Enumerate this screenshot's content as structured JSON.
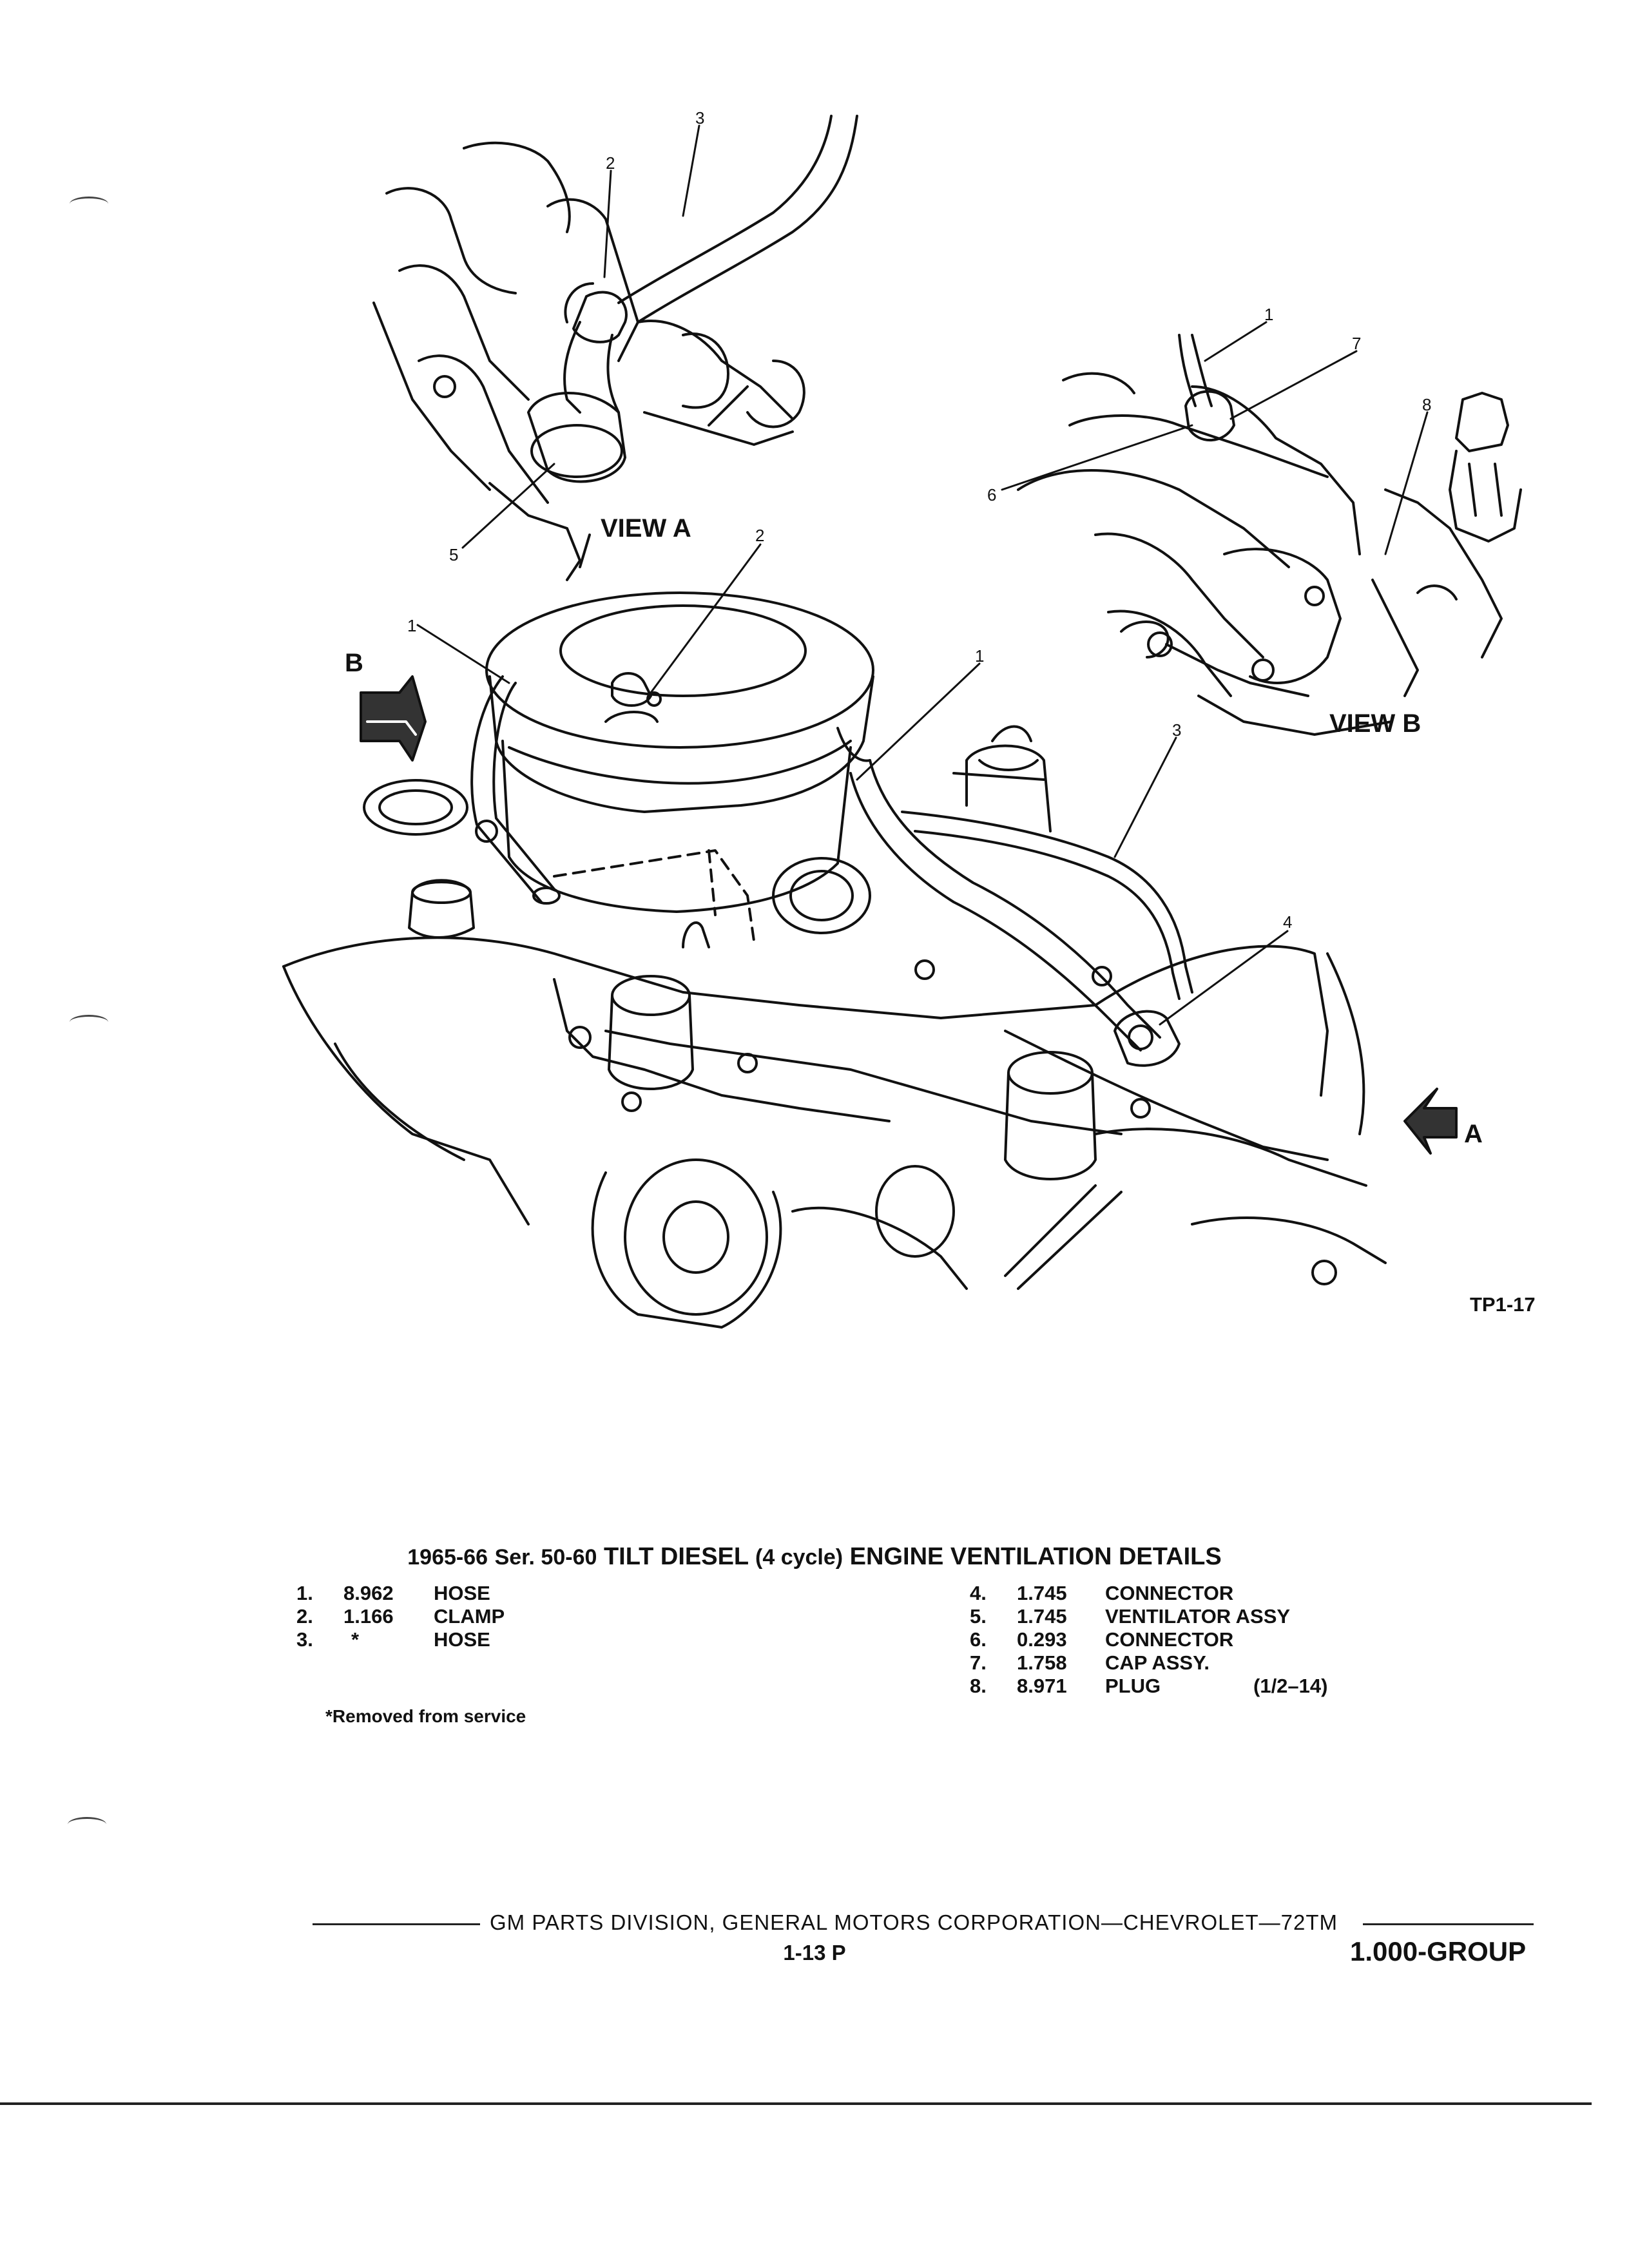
{
  "illustration": {
    "callouts": [
      "1",
      "2",
      "3",
      "4",
      "5",
      "6",
      "7",
      "8"
    ],
    "view_labels": [
      "VIEW A",
      "VIEW B"
    ],
    "arrow_labels": [
      "A",
      "B"
    ],
    "figure_ref": "TP1-17"
  },
  "caption": {
    "years": "1965-66",
    "series": "Ser. 50-60",
    "main": "TILT DIESEL",
    "cycle": "(4 cycle)",
    "rest": "ENGINE VENTILATION DETAILS"
  },
  "parts_left": [
    {
      "num": "1.",
      "code": "8.962",
      "name": "HOSE",
      "extra": ""
    },
    {
      "num": "2.",
      "code": "1.166",
      "name": "CLAMP",
      "extra": ""
    },
    {
      "num": "3.",
      "code": "*",
      "name": "HOSE",
      "extra": ""
    }
  ],
  "parts_right": [
    {
      "num": "4.",
      "code": "1.745",
      "name": "CONNECTOR",
      "extra": ""
    },
    {
      "num": "5.",
      "code": "1.745",
      "name": "VENTILATOR ASSY",
      "extra": ""
    },
    {
      "num": "6.",
      "code": "0.293",
      "name": "CONNECTOR",
      "extra": ""
    },
    {
      "num": "7.",
      "code": "1.758",
      "name": "CAP ASSY.",
      "extra": ""
    },
    {
      "num": "8.",
      "code": "8.971",
      "name": "PLUG",
      "extra": "(1/2–14)"
    }
  ],
  "footnote": "*Removed from service",
  "footer": {
    "division": "GM PARTS DIVISION, GENERAL MOTORS CORPORATION—CHEVROLET—72TM",
    "page": "1-13 P",
    "group": "1.000-GROUP"
  }
}
